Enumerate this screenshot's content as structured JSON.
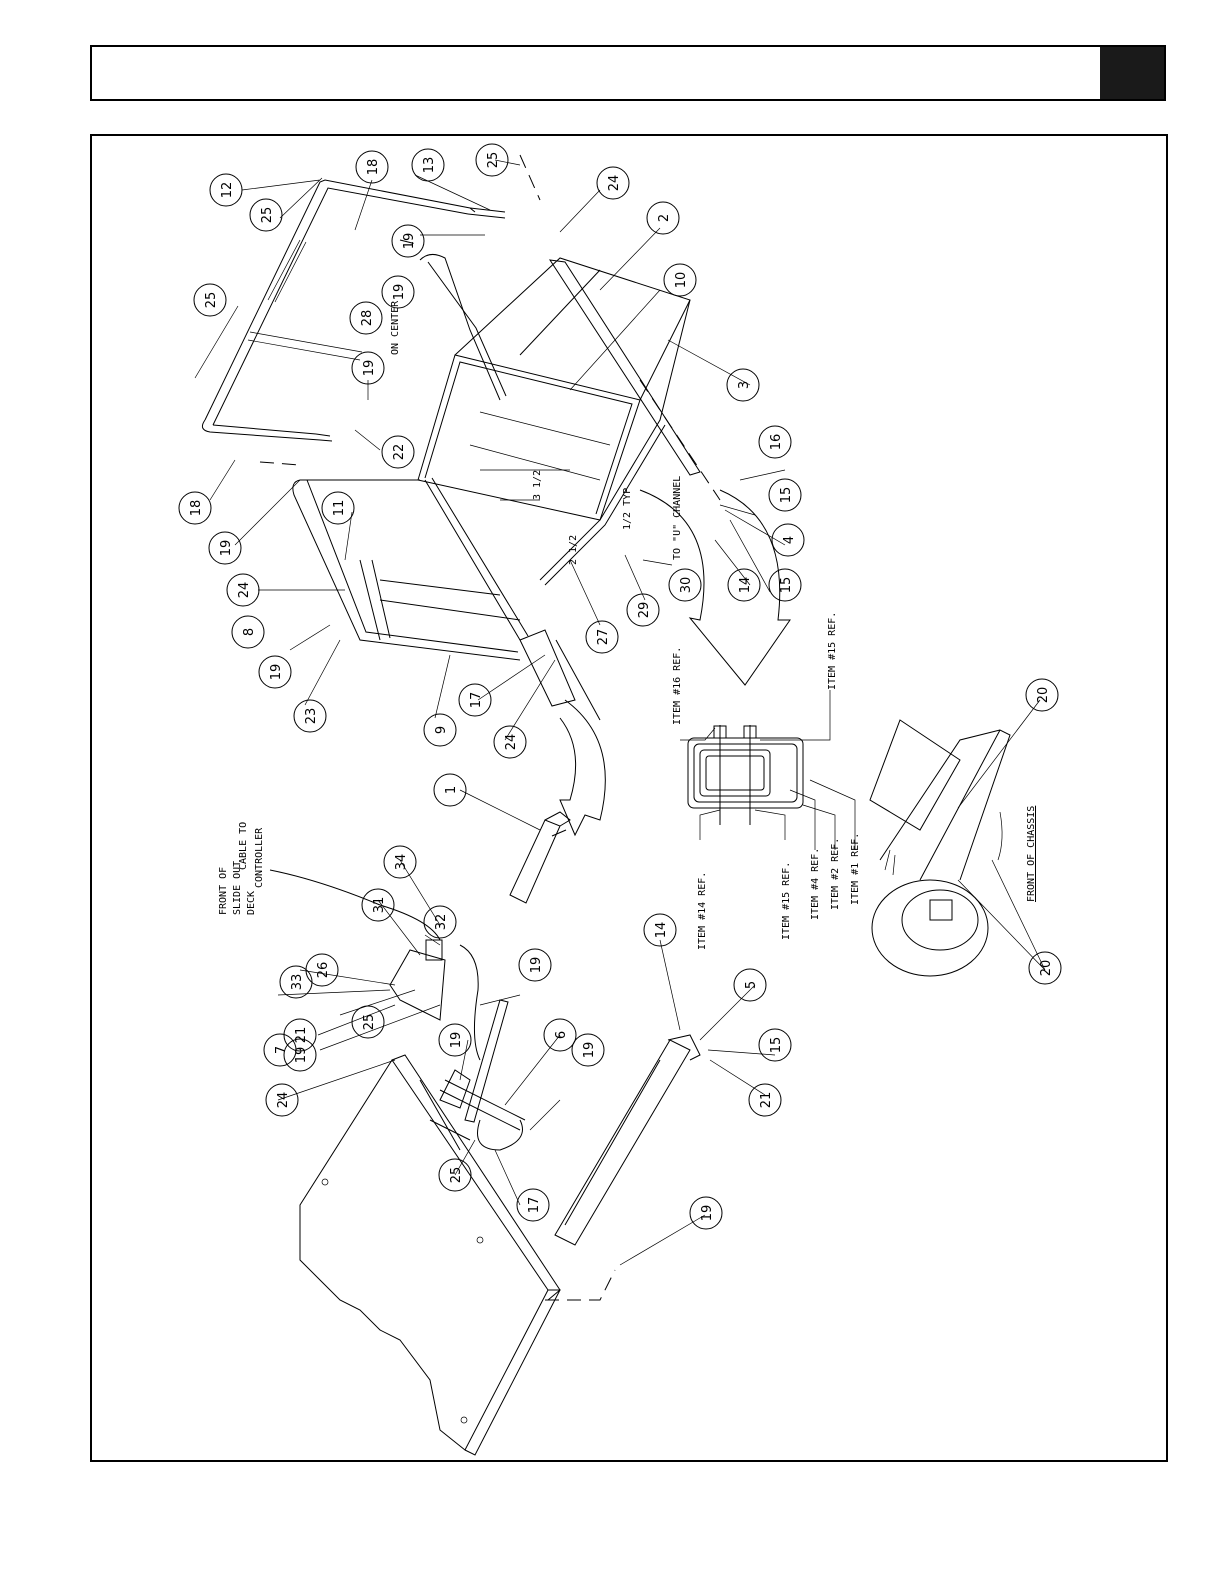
{
  "header": {
    "title": ""
  },
  "callouts": [
    "12",
    "25",
    "18",
    "13",
    "25",
    "24",
    "19",
    "2",
    "10",
    "3",
    "28",
    "19",
    "25",
    "19",
    "22",
    "18",
    "19",
    "11",
    "24",
    "8",
    "19",
    "23",
    "9",
    "17",
    "24",
    "27",
    "29",
    "30",
    "14",
    "15",
    "4",
    "15",
    "16",
    "1",
    "34",
    "32",
    "31",
    "33",
    "26",
    "21",
    "25",
    "19",
    "7",
    "24",
    "19",
    "6",
    "19",
    "19",
    "25",
    "17",
    "14",
    "5",
    "15",
    "21",
    "19",
    "20",
    "20"
  ],
  "notes": {
    "on_center": "ON CENTER",
    "to_u_channel": "TO \"U\" CHANNEL",
    "dim_3_half": "3 1/2",
    "dim_1_half_typ": "1/2 TYP",
    "dim_2_half": "2 1/2",
    "item16": "ITEM #16 REF.",
    "item15_top": "ITEM #15 REF.",
    "item14": "ITEM #14 REF.",
    "item15_bottom": "ITEM #15 REF.",
    "item4": "ITEM #4 REF.",
    "item2": "ITEM #2 REF.",
    "item1": "ITEM #1 REF.",
    "front_deck_1": "FRONT OF",
    "front_deck_2": "SLIDE OUT",
    "front_deck_3": "DECK",
    "cable_1": "CABLE TO",
    "cable_2": "CONTROLLER",
    "front_chassis": "FRONT OF CHASSIS"
  }
}
